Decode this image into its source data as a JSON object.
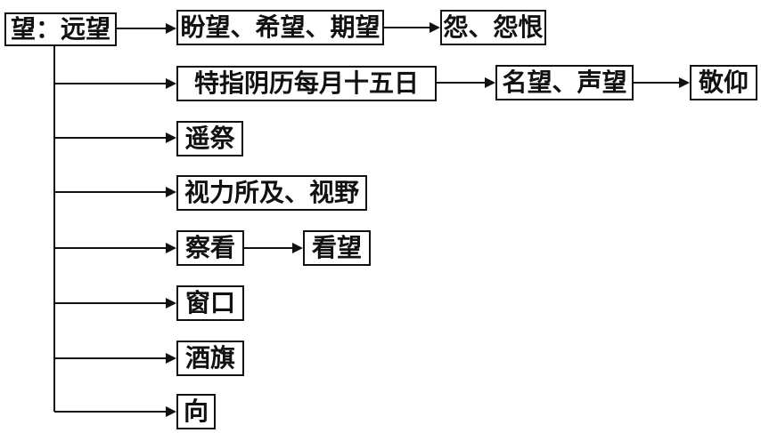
{
  "diagram": {
    "root": "望：远望",
    "branches": [
      "盼望、希望、期望",
      "特指阴历每月十五日",
      "遥祭",
      "视力所及、视野",
      "察看",
      "窗口",
      "酒旗",
      "向"
    ],
    "followups": [
      "怨、怨恨",
      "名望、声望",
      "敬仰",
      "看望"
    ]
  }
}
